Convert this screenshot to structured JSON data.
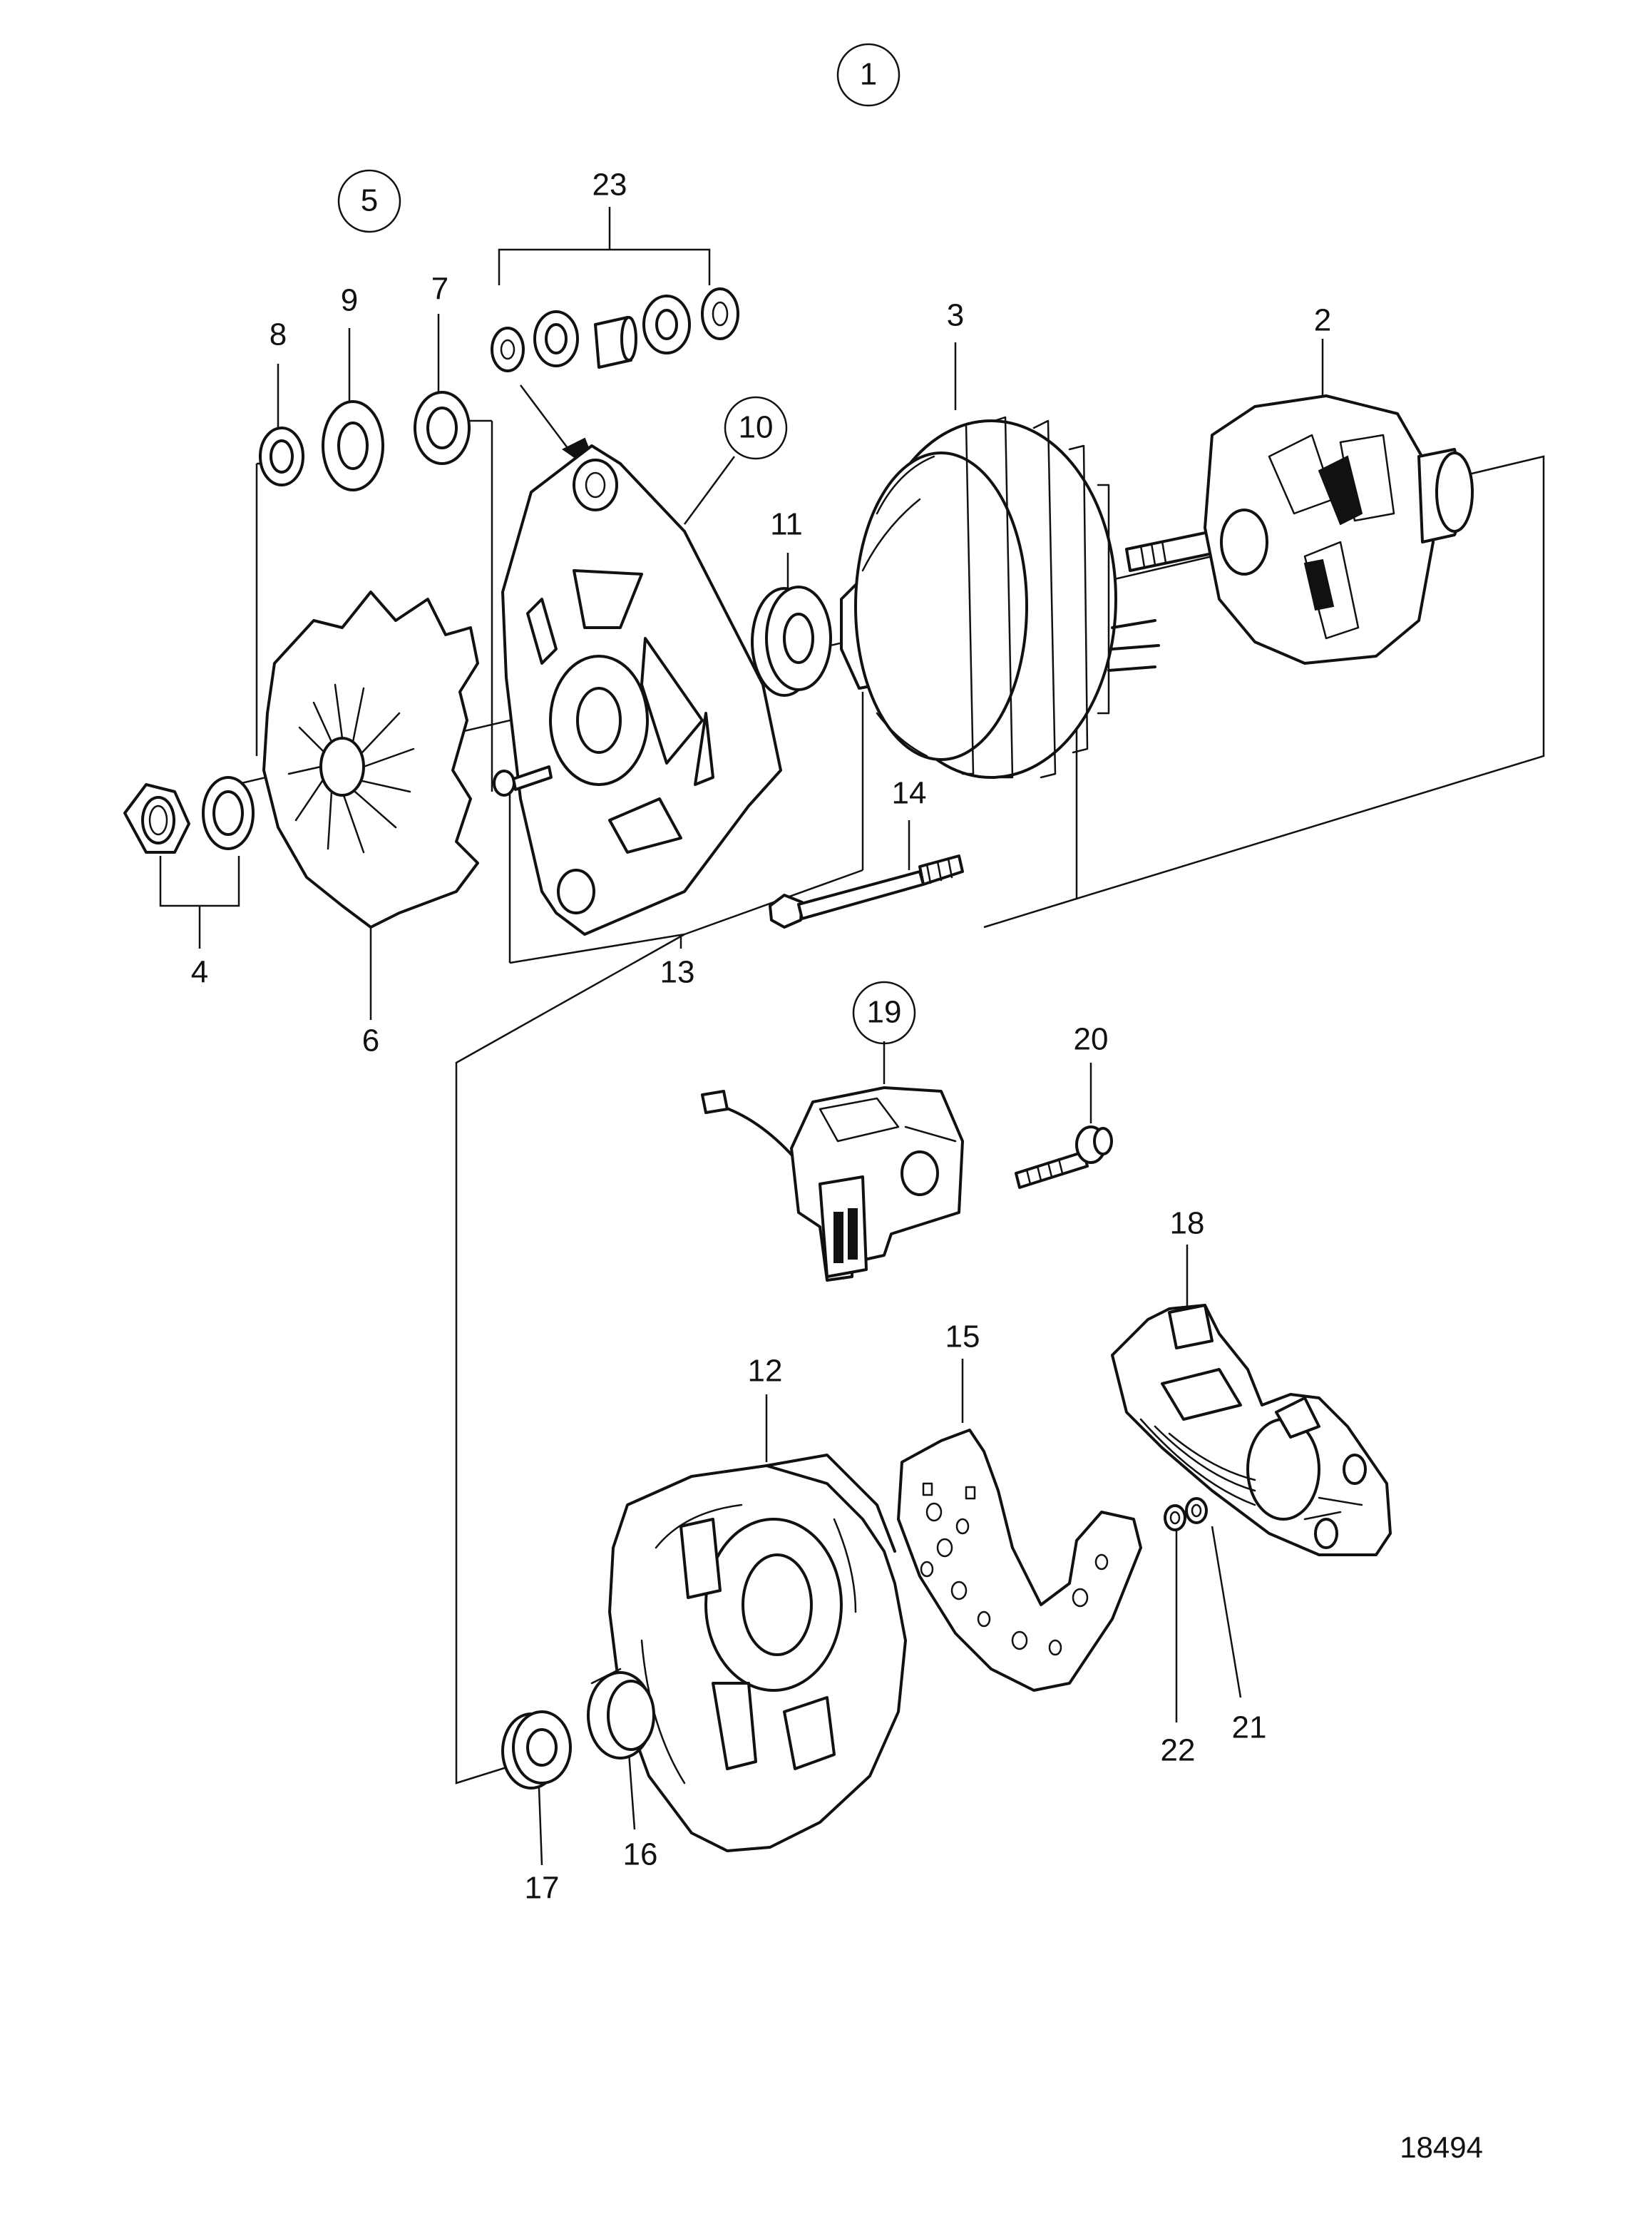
{
  "labels": {
    "l1": "1",
    "l2": "2",
    "l3": "3",
    "l4": "4",
    "l5": "5",
    "l6": "6",
    "l7": "7",
    "l8": "8",
    "l9": "9",
    "l10": "10",
    "l11": "11",
    "l12": "12",
    "l13": "13",
    "l14": "14",
    "l15": "15",
    "l16": "16",
    "l17": "17",
    "l18": "18",
    "l19": "19",
    "l20": "20",
    "l21": "21",
    "l22": "22",
    "l23": "23"
  },
  "reference_number": "18494",
  "colors": {
    "ink": "#111111",
    "paper": "#ffffff"
  }
}
